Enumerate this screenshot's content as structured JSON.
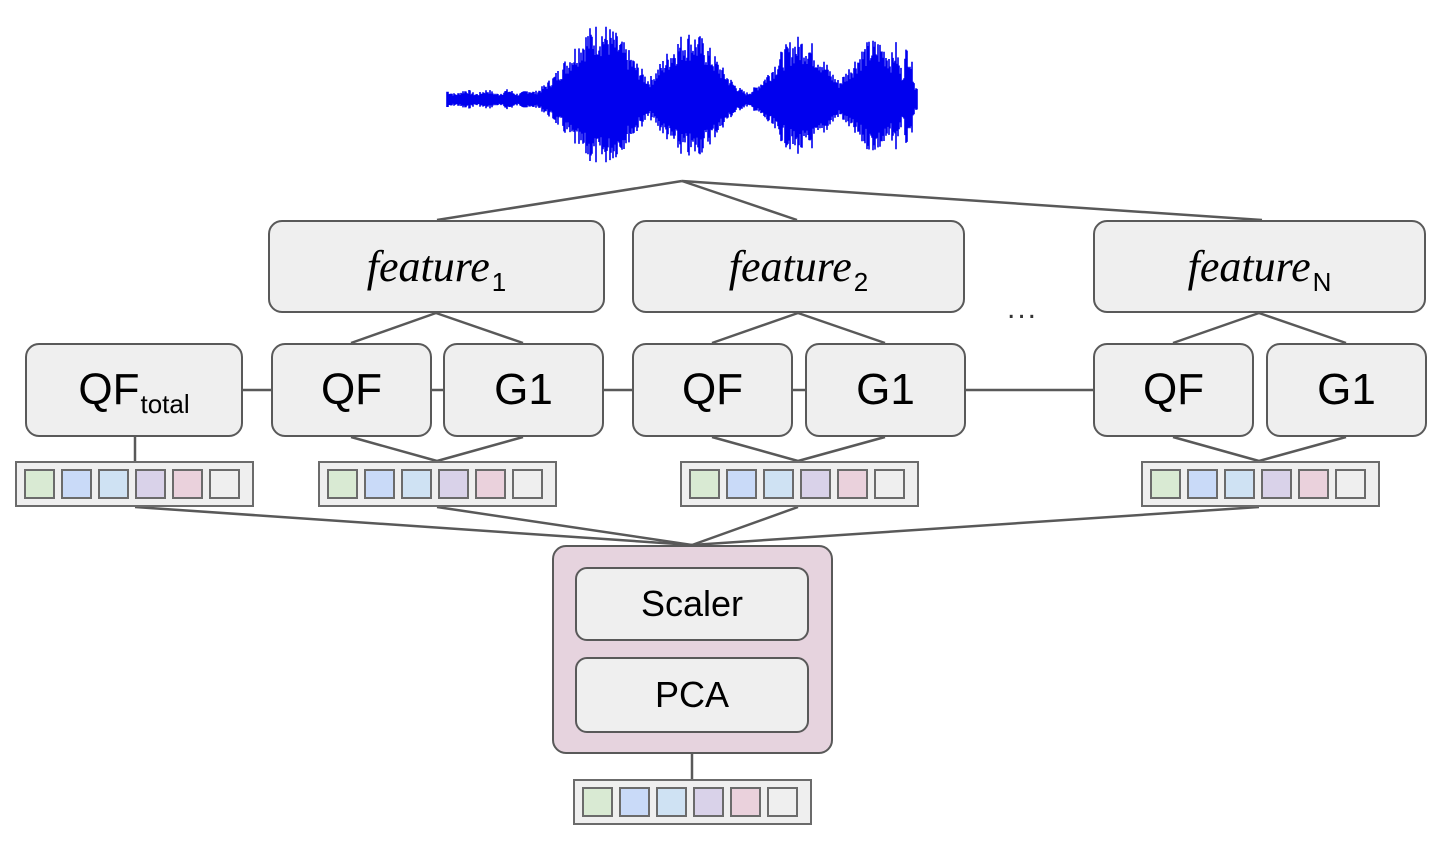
{
  "features": [
    {
      "name": "feature",
      "index": "1"
    },
    {
      "name": "feature",
      "index": "2"
    },
    {
      "name": "feature",
      "index": "N"
    }
  ],
  "qf_total": {
    "label": "QF",
    "sub": "total"
  },
  "qf_label": "QF",
  "g1_label": "G1",
  "ellipsis": "...",
  "pipeline": {
    "scaler": "Scaler",
    "pca": "PCA"
  },
  "vector_colors": [
    "#d9ead3",
    "#c9daf8",
    "#cfe2f3",
    "#d9d2e9",
    "#ead1dc",
    "#efefef"
  ],
  "waveform_color": "#0000ee"
}
